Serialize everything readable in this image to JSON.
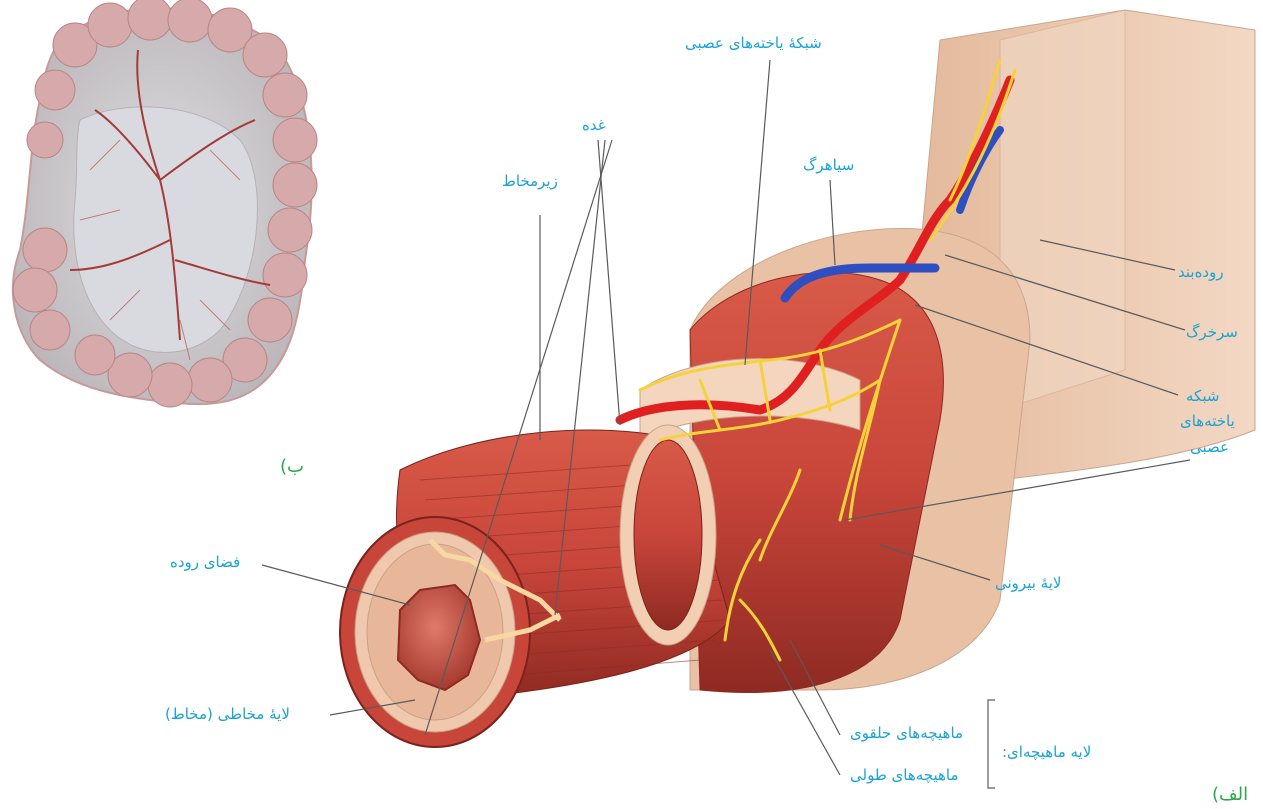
{
  "labels": {
    "nerve_network_top": "شبکهٔ یاخته‌های عصبی",
    "gland": "غده",
    "submucosa": "زیرمخاط",
    "vein": "سیاهرگ",
    "mesentery": "روده‌بند",
    "artery": "سرخرگ",
    "nerve_network_side_l1": "شبکه",
    "nerve_network_side_l2": "یاخته‌های",
    "nerve_network_side_l3": "عصبی",
    "outer_layer": "لایهٔ بیرونی",
    "lumen": "فضای روده",
    "mucosa": "لایهٔ مخاطی (مخاط)",
    "circular_muscles": "ماهیچه‌های حلقوی",
    "longitudinal_muscles": "ماهیچه‌های طولی",
    "muscle_layer": "لایه ماهیچه‌ای:",
    "part_b": "ب)",
    "part_a": "الف)"
  },
  "colors": {
    "label": "#1aa3d4",
    "part_label": "#2aa84a",
    "muscle": "#c8453a",
    "muscle_dark": "#9e2f27",
    "mesentery": "#ecc9b0",
    "submucosa": "#f1cfb6",
    "artery": "#e02020",
    "vein": "#2f4fc0",
    "nerve": "#f6d23a",
    "leader_line": "#5a5a5a"
  }
}
